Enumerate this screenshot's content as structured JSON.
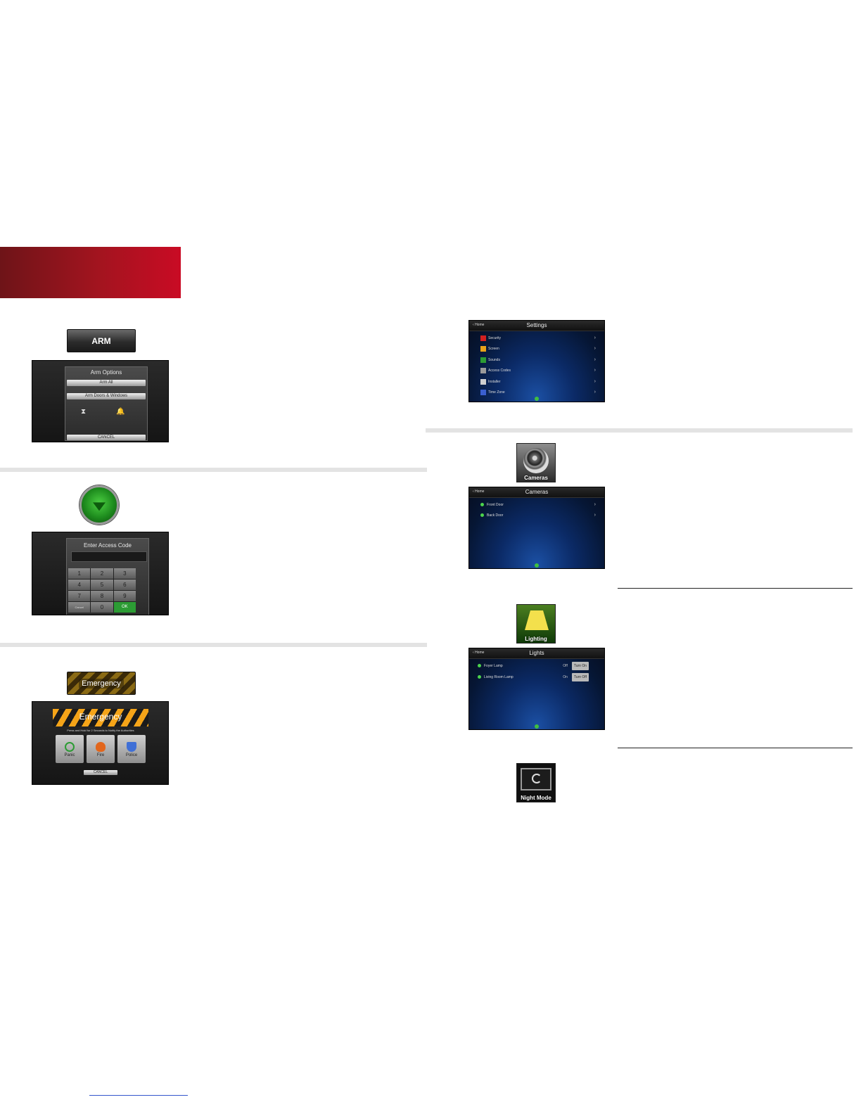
{
  "arm_icon": {
    "label": "ARM"
  },
  "arm_screen": {
    "title": "Arm Options",
    "buttons": [
      "Arm All",
      "Arm Doors & Windows"
    ],
    "cancel": "CANCEL"
  },
  "access_screen": {
    "title": "Enter Access Code",
    "keys": [
      "1",
      "2",
      "3",
      "4",
      "5",
      "6",
      "7",
      "8",
      "9",
      "Cancel",
      "0",
      "OK"
    ]
  },
  "emergency_icon": {
    "label": "Emergency"
  },
  "emergency_screen": {
    "title": "Emergency",
    "instruction": "Press and Hold for 2 Seconds to Notify the Authorities",
    "options": [
      "Panic",
      "Fire",
      "Police"
    ],
    "cancel": "CANCEL"
  },
  "settings_screen": {
    "back": "Home",
    "title": "Settings",
    "items": [
      "Security",
      "Screen",
      "Sounds",
      "Access Codes",
      "Installer",
      "Time Zone"
    ],
    "item_colors": [
      "#d22020",
      "#e8a21a",
      "#2c9c34",
      "#9a9a9a",
      "#cfcfcf",
      "#3a5fd0"
    ]
  },
  "cameras_icon": {
    "label": "Cameras"
  },
  "cameras_screen": {
    "back": "Home",
    "title": "Cameras",
    "items": [
      "Front Door",
      "Back Door"
    ]
  },
  "lighting_icon": {
    "label": "Lighting"
  },
  "lights_screen": {
    "back": "Home",
    "title": "Lights",
    "items": [
      {
        "name": "Foyer Lamp",
        "state": "Off",
        "action": "Turn On"
      },
      {
        "name": "Living Room Lamp",
        "state": "On",
        "action": "Turn Off"
      }
    ]
  },
  "night_icon": {
    "label": "Night Mode"
  }
}
